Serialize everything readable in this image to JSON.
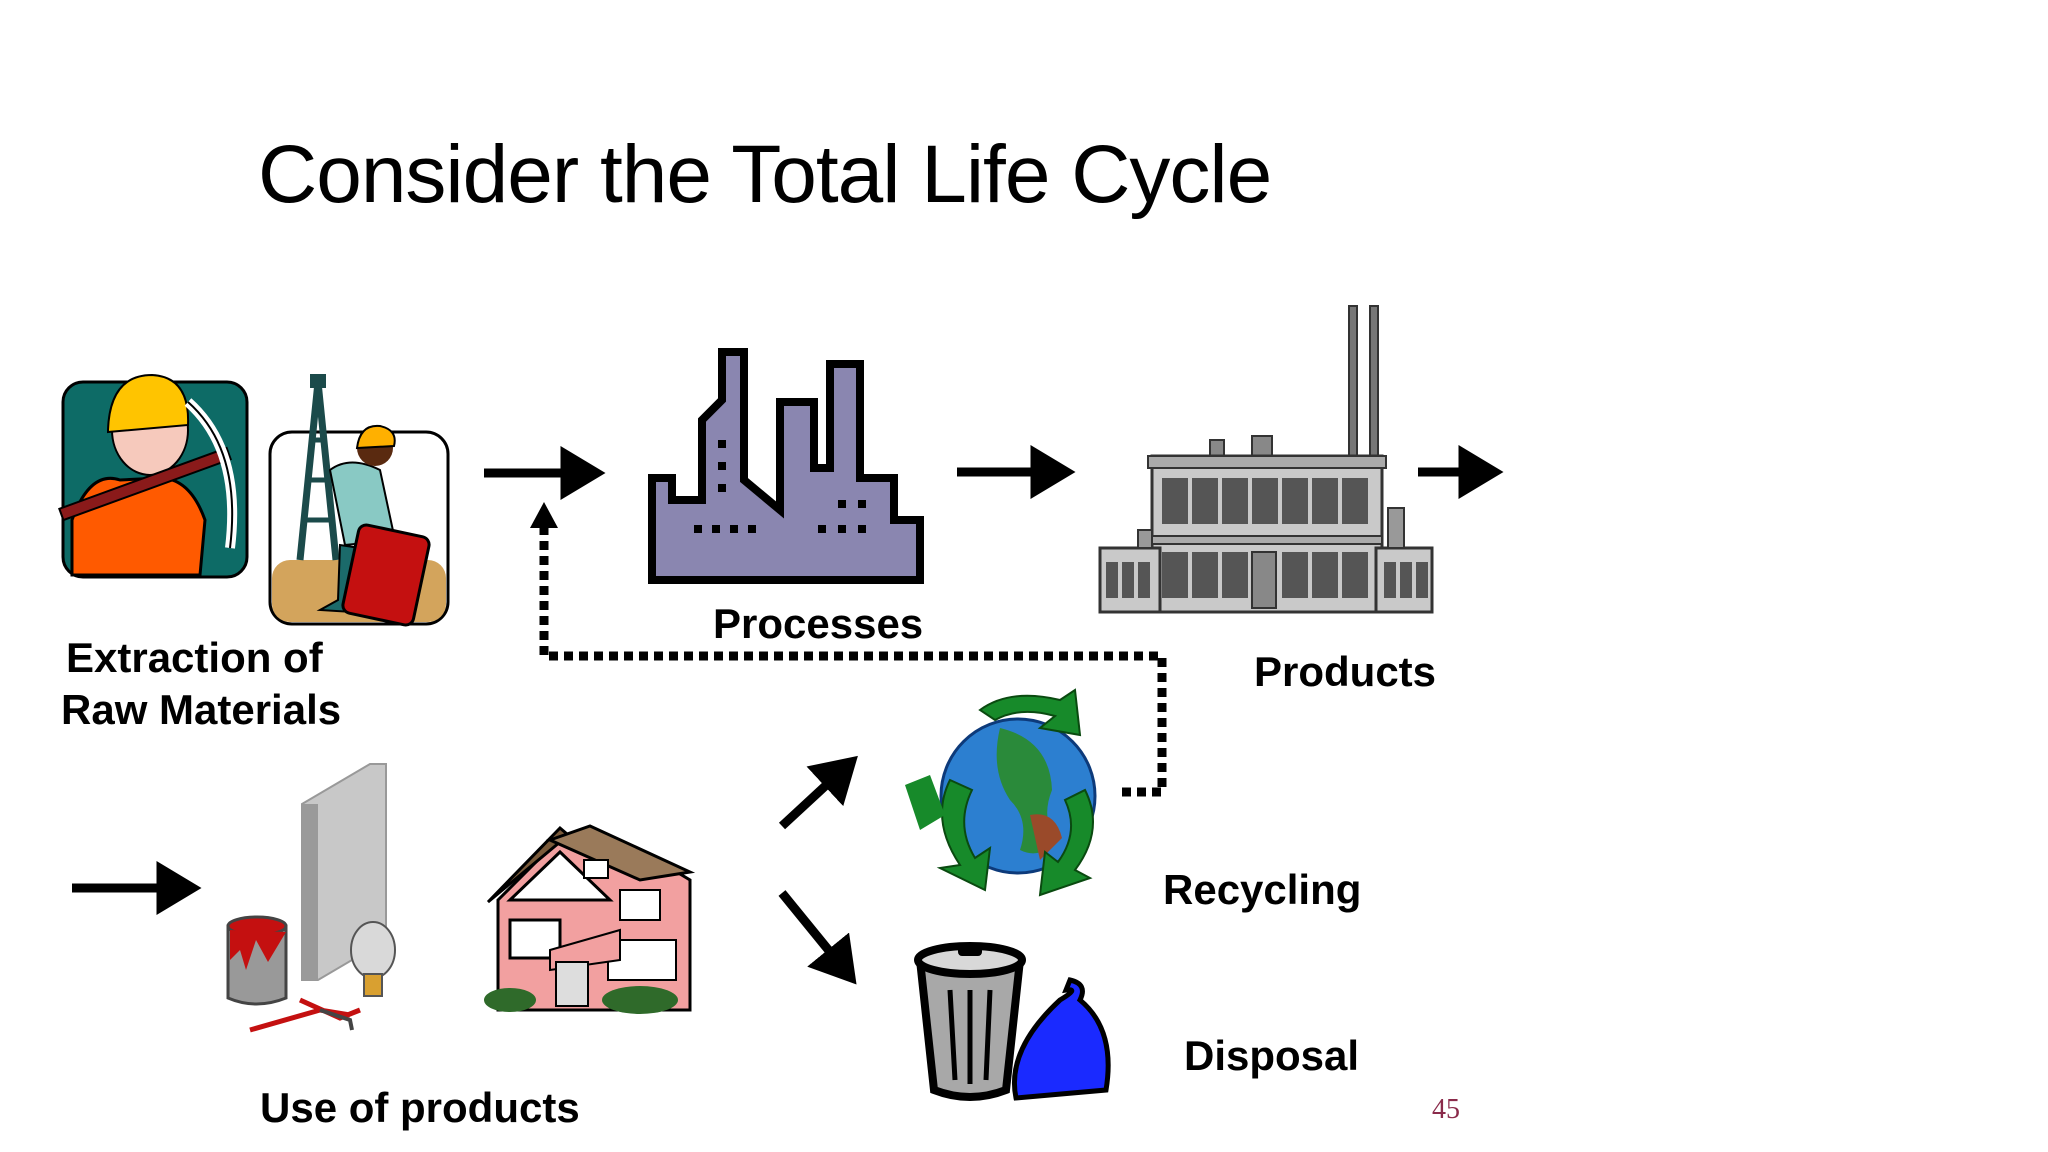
{
  "slide": {
    "title": "Consider the Total Life Cycle",
    "page_number": "45"
  },
  "stages": {
    "extraction": {
      "line1": "Extraction of",
      "line2": "Raw Materials"
    },
    "processes": "Processes",
    "products": "Products",
    "use": "Use of products",
    "recycling": "Recycling",
    "disposal": "Disposal"
  },
  "icons": {
    "miner": "miner-icon",
    "oil_worker": "oil-worker-icon",
    "processes": "factory-silhouette-icon",
    "products": "factory-building-icon",
    "use_items": "paint-panel-bulb-icon",
    "house": "house-icon",
    "recycling": "recycling-globe-icon",
    "disposal": "trash-can-bag-icon"
  },
  "colors": {
    "arrow": "#000000",
    "factory_purple": "#8a86b0",
    "recycle_green": "#178a2a",
    "globe_blue": "#2c7fd0",
    "bag_blue": "#1a2aff",
    "page_number": "#8a2a4a"
  }
}
